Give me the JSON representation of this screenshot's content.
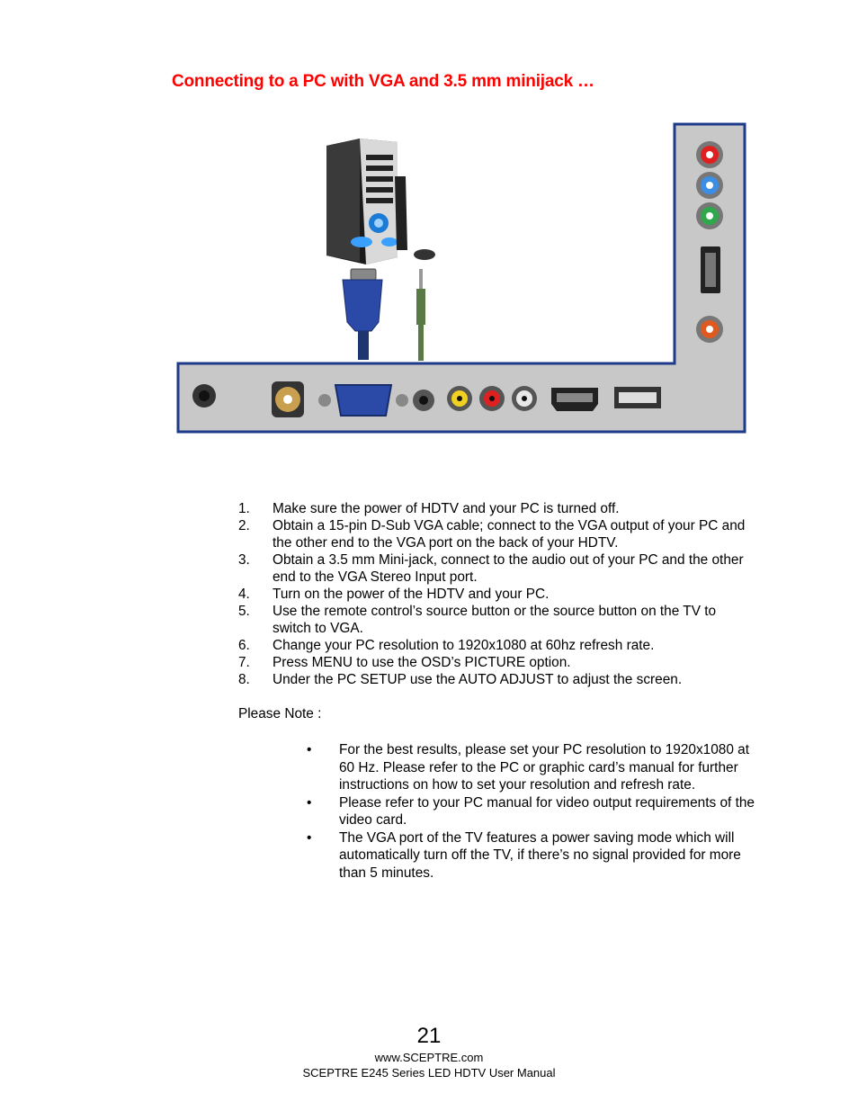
{
  "heading": "Connecting to a PC with VGA and 3.5 mm minijack …",
  "figure": {
    "colors": {
      "panel_fill": "#c8c8c8",
      "panel_border": "#1e3a8a",
      "vga_blue": "#2b4aa8",
      "audio_green": "#5a7a45"
    },
    "icons": [
      "pc-tower-icon",
      "mouse-icon",
      "keyboard-icon",
      "vga-cable-icon",
      "audio-minijack-icon",
      "rca-red-jack-icon",
      "rca-blue-jack-icon",
      "rca-green-jack-icon",
      "hdmi-port-icon",
      "coax-port-icon",
      "vga-port-icon",
      "usb-port-icon",
      "headphone-jack-icon"
    ]
  },
  "steps": [
    {
      "num": "1.",
      "text": "Make sure the power of HDTV and your PC is turned off."
    },
    {
      "num": "2.",
      "text": "Obtain a 15-pin D-Sub VGA cable; connect to the VGA output of your PC and the other end to the VGA port on the back of your HDTV."
    },
    {
      "num": "3.",
      "text": "Obtain a 3.5 mm Mini-jack, connect to the audio out of your PC and the other end to the VGA Stereo Input port."
    },
    {
      "num": "4.",
      "text": "Turn on the power of the HDTV and your PC."
    },
    {
      "num": "5.",
      "text": "Use the remote control’s source button or the source button on the TV to switch to VGA."
    },
    {
      "num": "6.",
      "text": "Change your PC resolution to 1920x1080 at 60hz refresh rate."
    },
    {
      "num": "7.",
      "text": "Press MENU to use the OSD’s PICTURE option."
    },
    {
      "num": "8.",
      "text": "Under the PC SETUP use the AUTO ADJUST to adjust the screen."
    }
  ],
  "note_label": "Please Note :",
  "notes": [
    {
      "bullet": "•",
      "text": "For the best results, please set your PC resolution to 1920x1080 at 60 Hz.  Please refer to the PC or graphic card’s manual for further instructions on how to set your resolution and refresh rate."
    },
    {
      "bullet": "•",
      "text": "Please refer to your PC manual for video output requirements of the video card."
    },
    {
      "bullet": "•",
      "text": "The VGA port of the TV features a power saving mode which will automatically turn off the TV, if there’s no signal provided for more than 5 minutes."
    }
  ],
  "footer": {
    "page_number": "21",
    "website": "www.SCEPTRE.com",
    "manual_title": "SCEPTRE E245 Series LED HDTV User Manual"
  }
}
